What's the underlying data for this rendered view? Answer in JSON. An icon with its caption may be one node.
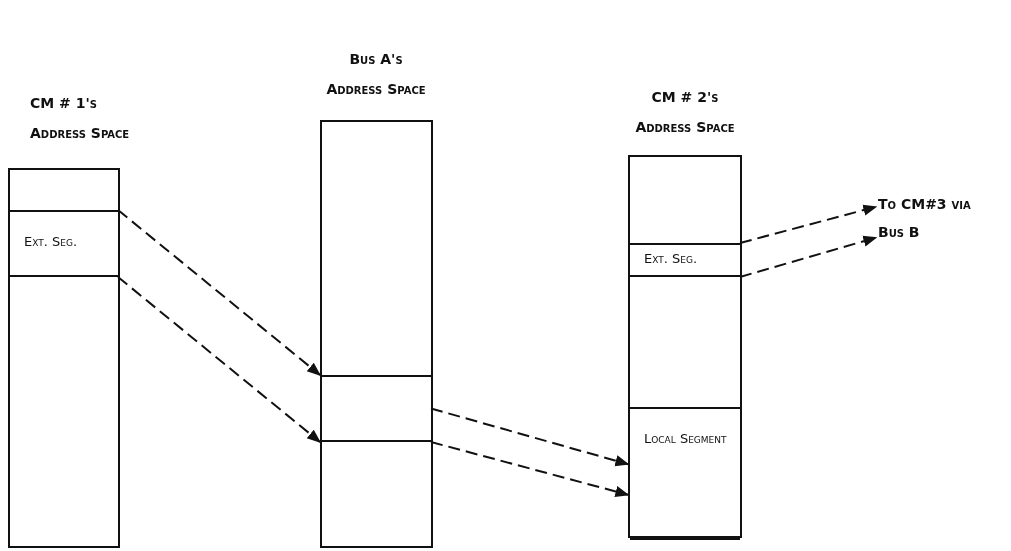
{
  "diagram": {
    "nodes": [
      {
        "text": [
          "CM # 1's Address Space"
        ]
      },
      {
        "text": [
          "Ext. Seg."
        ],
        "in": 0
      },
      {
        "text": [
          "Bus A's Address Space"
        ]
      },
      {
        "text": [],
        "shape": "box",
        "in": 2
      },
      {
        "text": [
          "CM # 2's Address Space"
        ]
      },
      {
        "text": [
          "Ext. Seg."
        ],
        "in": 4
      },
      {
        "text": [
          "Local Segment"
        ],
        "in": 4
      },
      {
        "text": [
          "To CM#3 via Bus B"
        ]
      }
    ],
    "edges": [
      {
        "from": 1,
        "to": 3,
        "arrow": "to",
        "style": "dashed"
      },
      {
        "from": 1,
        "to": 3,
        "arrow": "to",
        "style": "dashed"
      },
      {
        "from": 3,
        "to": 6,
        "arrow": "to",
        "style": "dashed"
      },
      {
        "from": 3,
        "to": 6,
        "arrow": "to",
        "style": "dashed"
      },
      {
        "from": 5,
        "to": 7,
        "arrow": "to",
        "style": "dashed"
      },
      {
        "from": 5,
        "to": 7,
        "arrow": "to",
        "style": "dashed"
      }
    ]
  }
}
